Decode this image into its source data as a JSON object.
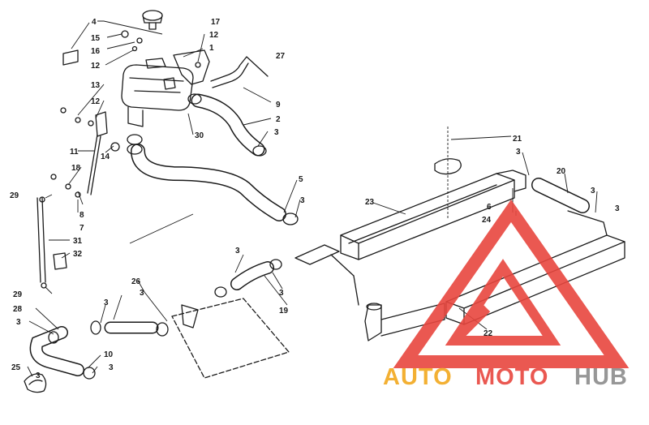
{
  "callouts": {
    "n1": "1",
    "n2": "2",
    "n3a": "3",
    "n3b": "3",
    "n3c": "3",
    "n3d": "3",
    "n3e": "3",
    "n3f": "3",
    "n3g": "3",
    "n3h": "3",
    "n3i": "3",
    "n3j": "3",
    "n3k": "3",
    "n3l": "3",
    "n4": "4",
    "n5": "5",
    "n6": "6",
    "n7": "7",
    "n8": "8",
    "n9": "9",
    "n10": "10",
    "n11": "11",
    "n12a": "12",
    "n12b": "12",
    "n12c": "12",
    "n13": "13",
    "n14": "14",
    "n15": "15",
    "n16": "16",
    "n17": "17",
    "n18": "18",
    "n19": "19",
    "n20": "20",
    "n21": "21",
    "n22": "22",
    "n23": "23",
    "n24": "24",
    "n25": "25",
    "n26": "26",
    "n27": "27",
    "n28": "28",
    "n29a": "29",
    "n29b": "29",
    "n30": "30",
    "n31": "31",
    "n32": "32"
  },
  "watermark": {
    "part1": "AUTO",
    "part2": "MOTO",
    "part3": "HUB",
    "colors": {
      "triangle": "#e8473f",
      "auto": "#f2a81d",
      "moto": "#e8473f",
      "hub": "#8c8c8c"
    }
  }
}
